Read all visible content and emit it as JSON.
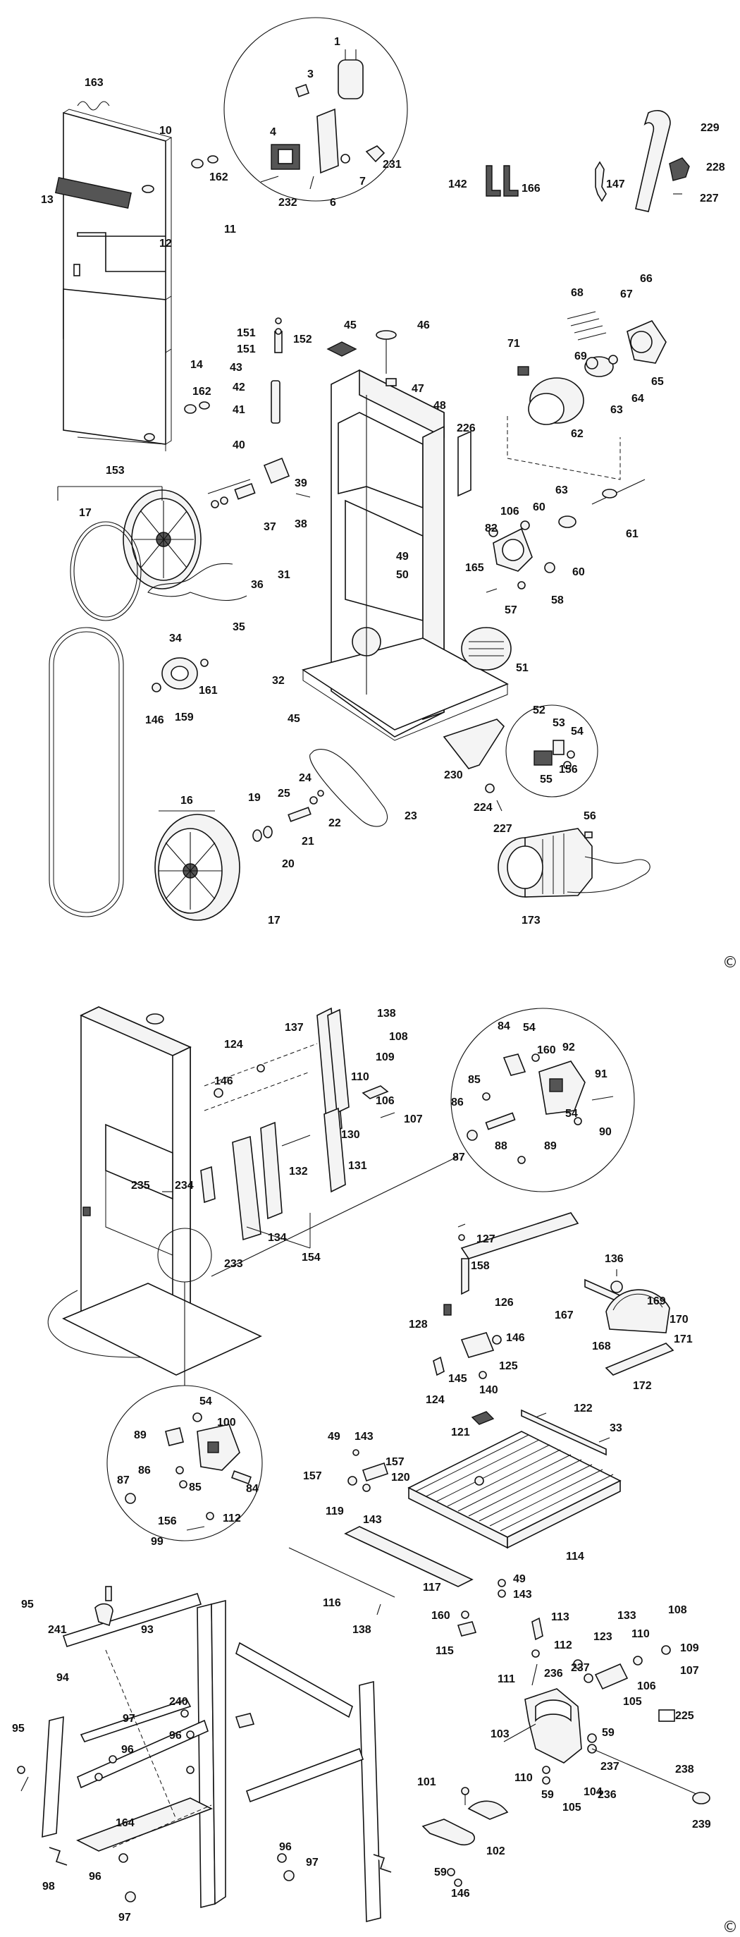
{
  "diagram": {
    "copyright_symbol": "©",
    "labels_top": [
      "1",
      "3",
      "4",
      "7",
      "231",
      "232",
      "6",
      "163",
      "10",
      "162",
      "11",
      "12",
      "13",
      "14",
      "162",
      "142",
      "166",
      "147",
      "229",
      "228",
      "227",
      "151",
      "152",
      "151",
      "43",
      "42",
      "41",
      "40",
      "45",
      "46",
      "47",
      "48",
      "226",
      "68",
      "66",
      "67",
      "71",
      "69",
      "64",
      "65",
      "63",
      "62",
      "63",
      "61",
      "106",
      "60",
      "82",
      "165",
      "58",
      "60",
      "57",
      "39",
      "38",
      "37",
      "36",
      "35",
      "31",
      "32",
      "49",
      "50",
      "51",
      "153",
      "17",
      "34",
      "161",
      "146",
      "159",
      "45",
      "52",
      "53",
      "54",
      "156",
      "55",
      "230",
      "224",
      "227",
      "56",
      "173",
      "16",
      "24",
      "25",
      "22",
      "21",
      "19",
      "20",
      "23",
      "17"
    ],
    "labels_bottom": [
      "138",
      "137",
      "108",
      "109",
      "110",
      "106",
      "107",
      "124",
      "146",
      "130",
      "132",
      "131",
      "134",
      "154",
      "235",
      "234",
      "233",
      "84",
      "54",
      "160",
      "92",
      "85",
      "86",
      "87",
      "88",
      "89",
      "54",
      "91",
      "90",
      "127",
      "158",
      "126",
      "128",
      "146",
      "125",
      "145",
      "140",
      "124",
      "136",
      "169",
      "167",
      "170",
      "168",
      "171",
      "172",
      "54",
      "100",
      "89",
      "86",
      "85",
      "84",
      "87",
      "156",
      "112",
      "99",
      "49",
      "143",
      "157",
      "120",
      "157",
      "119",
      "143",
      "121",
      "122",
      "33",
      "114",
      "49",
      "143",
      "117",
      "116",
      "138",
      "160",
      "115",
      "95",
      "241",
      "93",
      "94",
      "95",
      "97",
      "96",
      "240",
      "96",
      "164",
      "98",
      "96",
      "97",
      "96",
      "97",
      "113",
      "112",
      "111",
      "133",
      "108",
      "123",
      "110",
      "109",
      "107",
      "106",
      "236",
      "237",
      "105",
      "103",
      "59",
      "225",
      "110",
      "59",
      "104",
      "105",
      "237",
      "236",
      "238",
      "239",
      "101",
      "102",
      "59",
      "146"
    ]
  }
}
